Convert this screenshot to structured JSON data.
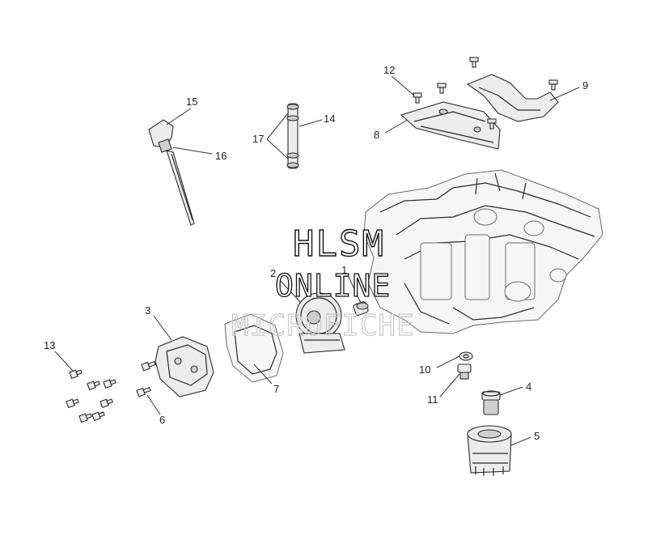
{
  "diagram": {
    "callouts": [
      {
        "id": "c1",
        "label": "1"
      },
      {
        "id": "c2",
        "label": "2"
      },
      {
        "id": "c3",
        "label": "3"
      },
      {
        "id": "c4",
        "label": "4"
      },
      {
        "id": "c5",
        "label": "5"
      },
      {
        "id": "c6",
        "label": "6"
      },
      {
        "id": "c7",
        "label": "7"
      },
      {
        "id": "c8",
        "label": "8"
      },
      {
        "id": "c9",
        "label": "9"
      },
      {
        "id": "c10",
        "label": "10"
      },
      {
        "id": "c11",
        "label": "11"
      },
      {
        "id": "c12",
        "label": "12"
      },
      {
        "id": "c13",
        "label": "13"
      },
      {
        "id": "c14",
        "label": "14"
      },
      {
        "id": "c15",
        "label": "15"
      },
      {
        "id": "c16",
        "label": "16"
      },
      {
        "id": "c17",
        "label": "17"
      }
    ]
  },
  "watermark": {
    "line1": "HLSM",
    "line2": "ONLINE",
    "line3": "MICROFICHE"
  },
  "colors": {
    "background": "#ffffff",
    "line": "#2a2a2a",
    "watermark_faint": "#c8c8c8"
  }
}
